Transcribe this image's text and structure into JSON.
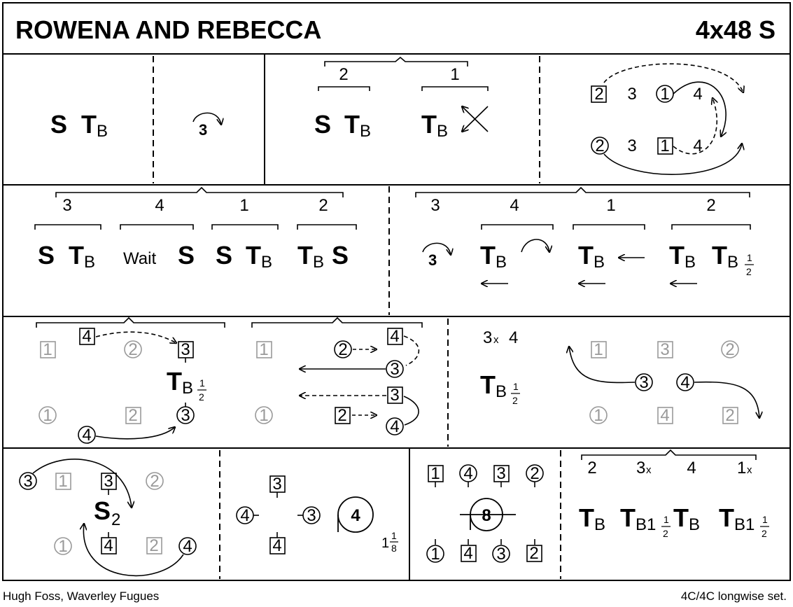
{
  "header": {
    "title": "ROWENA AND REBECCA",
    "code": "4x48 S"
  },
  "footer": {
    "author": "Hugh Foss, Waverley Fugues",
    "set": "4C/4C longwise set."
  },
  "row1": {
    "c1": {
      "s": "S",
      "t": "T",
      "sub": "B"
    },
    "c2": {
      "num": "3"
    },
    "c3": {
      "top2": "2",
      "top1": "1",
      "s": "S",
      "t": "T",
      "sub": "B",
      "t2": "T",
      "sub2": "B"
    },
    "c4": {
      "a": "2",
      "b": "3",
      "c": "1",
      "d": "4",
      "e": "2",
      "f": "3",
      "g": "1",
      "h": "4"
    }
  },
  "row2": {
    "left": {
      "n3": "3",
      "n4": "4",
      "n1": "1",
      "n2": "2",
      "s1": "S",
      "t1": "T",
      "b1": "B",
      "wait": "Wait",
      "s2": "S",
      "s3": "S",
      "t3": "T",
      "b3": "B",
      "t4": "T",
      "b4": "B",
      "s4": "S"
    },
    "right": {
      "n3": "3",
      "n4": "4",
      "n1": "1",
      "n2": "2",
      "circ": "3",
      "t1": "T",
      "b1": "B",
      "t2": "T",
      "b2": "B",
      "t3": "T",
      "b3": "B",
      "t4": "T",
      "b4": "B",
      "fn": "1",
      "fd": "2"
    }
  },
  "row3": {
    "p1": {
      "a": "1",
      "b": "4",
      "c": "2",
      "d": "3",
      "t": "T",
      "sub": "B",
      "fn": "1",
      "fd": "2",
      "e": "1",
      "f": "2",
      "g": "3",
      "h": "4"
    },
    "p2": {
      "a": "1",
      "b": "2",
      "c": "4",
      "d": "3",
      "e": "1",
      "f": "3",
      "g": "2",
      "h": "4"
    },
    "p3": {
      "head": "3",
      "x": "x",
      "head2": "4",
      "t": "T",
      "sub": "B",
      "fn": "1",
      "fd": "2",
      "a": "1",
      "b": "3",
      "c": "2",
      "d": "3",
      "e": "4",
      "f": "1",
      "g": "4",
      "h": "2"
    }
  },
  "row4": {
    "p1": {
      "a": "3",
      "b": "1",
      "c": "3",
      "d": "2",
      "s": "S",
      "sub": "2",
      "e": "1",
      "f": "4",
      "g": "2",
      "h": "4"
    },
    "p2": {
      "top": "3",
      "left": "4",
      "right": "3",
      "bottom": "4",
      "circ": "4",
      "whole": "1",
      "fn": "1",
      "fd": "8"
    },
    "p3": {
      "a": "1",
      "b": "4",
      "c": "3",
      "d": "2",
      "circ": "8",
      "e": "1",
      "f": "4",
      "g": "3",
      "h": "2"
    },
    "p4": {
      "n2": "2",
      "n3": "3",
      "x3": "x",
      "n4": "4",
      "n1": "1",
      "x1": "x",
      "t1": "T",
      "b1": "B",
      "t2": "T",
      "b2": "B1",
      "fn2": "1",
      "fd2": "2",
      "t3": "T",
      "b3": "B",
      "t4": "T",
      "b4": "B1",
      "fn4": "1",
      "fd4": "2"
    }
  }
}
